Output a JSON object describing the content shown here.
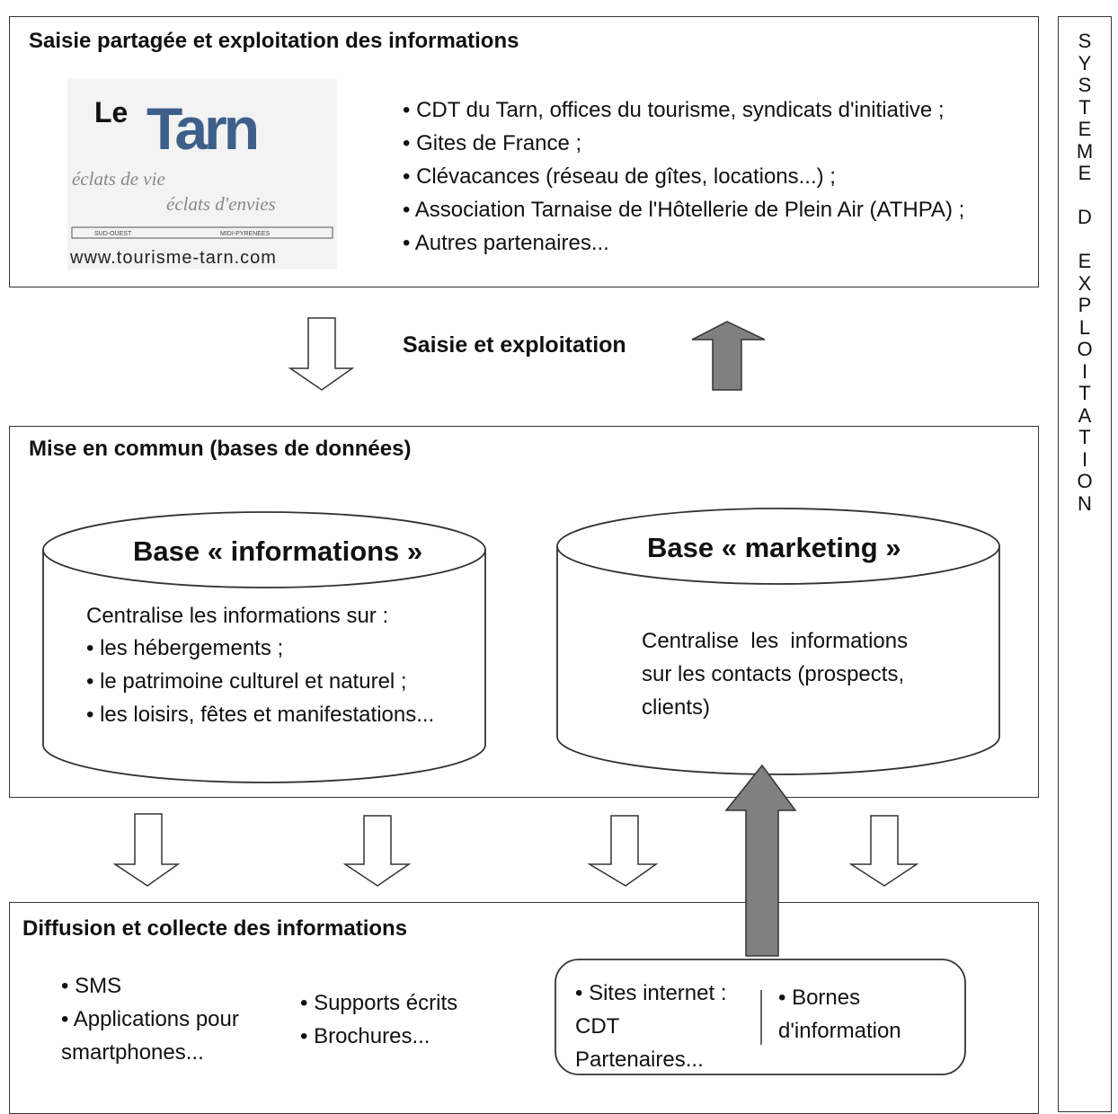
{
  "top_box": {
    "title": "Saisie partagée et exploitation des informations",
    "logo": {
      "word1": "Le",
      "word2": "Tarn",
      "slogan_line1": "éclats de vie",
      "slogan_line2": "éclats d'envies",
      "band_left": "SUD-OUEST",
      "band_right": "MIDI-PYRENEES",
      "url": "www.tourisme-tarn.com"
    },
    "items": [
      "• CDT du Tarn, offices du tourisme, syndicats d'initiative ;",
      "• Gites de France ;",
      "• Clévacances (réseau de gîtes, locations...) ;",
      "• Association Tarnaise de l'Hôtellerie de Plein Air (ATHPA) ;",
      "• Autres partenaires..."
    ]
  },
  "middle_label": "Saisie et exploitation",
  "middle_box": {
    "title": "Mise en commun (bases de données)",
    "db_info": {
      "title": "Base « informations »",
      "intro": "Centralise les informations sur :",
      "items": [
        "• les hébergements ;",
        "• le patrimoine culturel et naturel ;",
        "• les loisirs, fêtes et manifestations..."
      ]
    },
    "db_marketing": {
      "title": "Base « marketing »",
      "lines": [
        "Centralise  les  informations",
        "sur les contacts (prospects,",
        "clients)"
      ]
    }
  },
  "bottom_box": {
    "title": "Diffusion et collecte des informations",
    "col1": [
      "• SMS",
      "• Applications pour",
      "smartphones..."
    ],
    "col2": [
      "• Supports écrits",
      "• Brochures..."
    ],
    "col3": [
      "• Sites internet :",
      "CDT",
      "Partenaires..."
    ],
    "col4": [
      "• Bornes",
      "d'information"
    ]
  },
  "side_bar": {
    "word1": [
      "S",
      "Y",
      "S",
      "T",
      "E",
      "M",
      "E"
    ],
    "word2": [
      "D"
    ],
    "word3": [
      "E",
      "X",
      "P",
      "L",
      "O",
      "I",
      "T",
      "A",
      "T",
      "I",
      "O",
      "N"
    ]
  },
  "colors": {
    "up_arrow": "#808080",
    "outline": "#333333",
    "logo_blue": "#3e5f8a",
    "logo_grey": "#777777"
  }
}
